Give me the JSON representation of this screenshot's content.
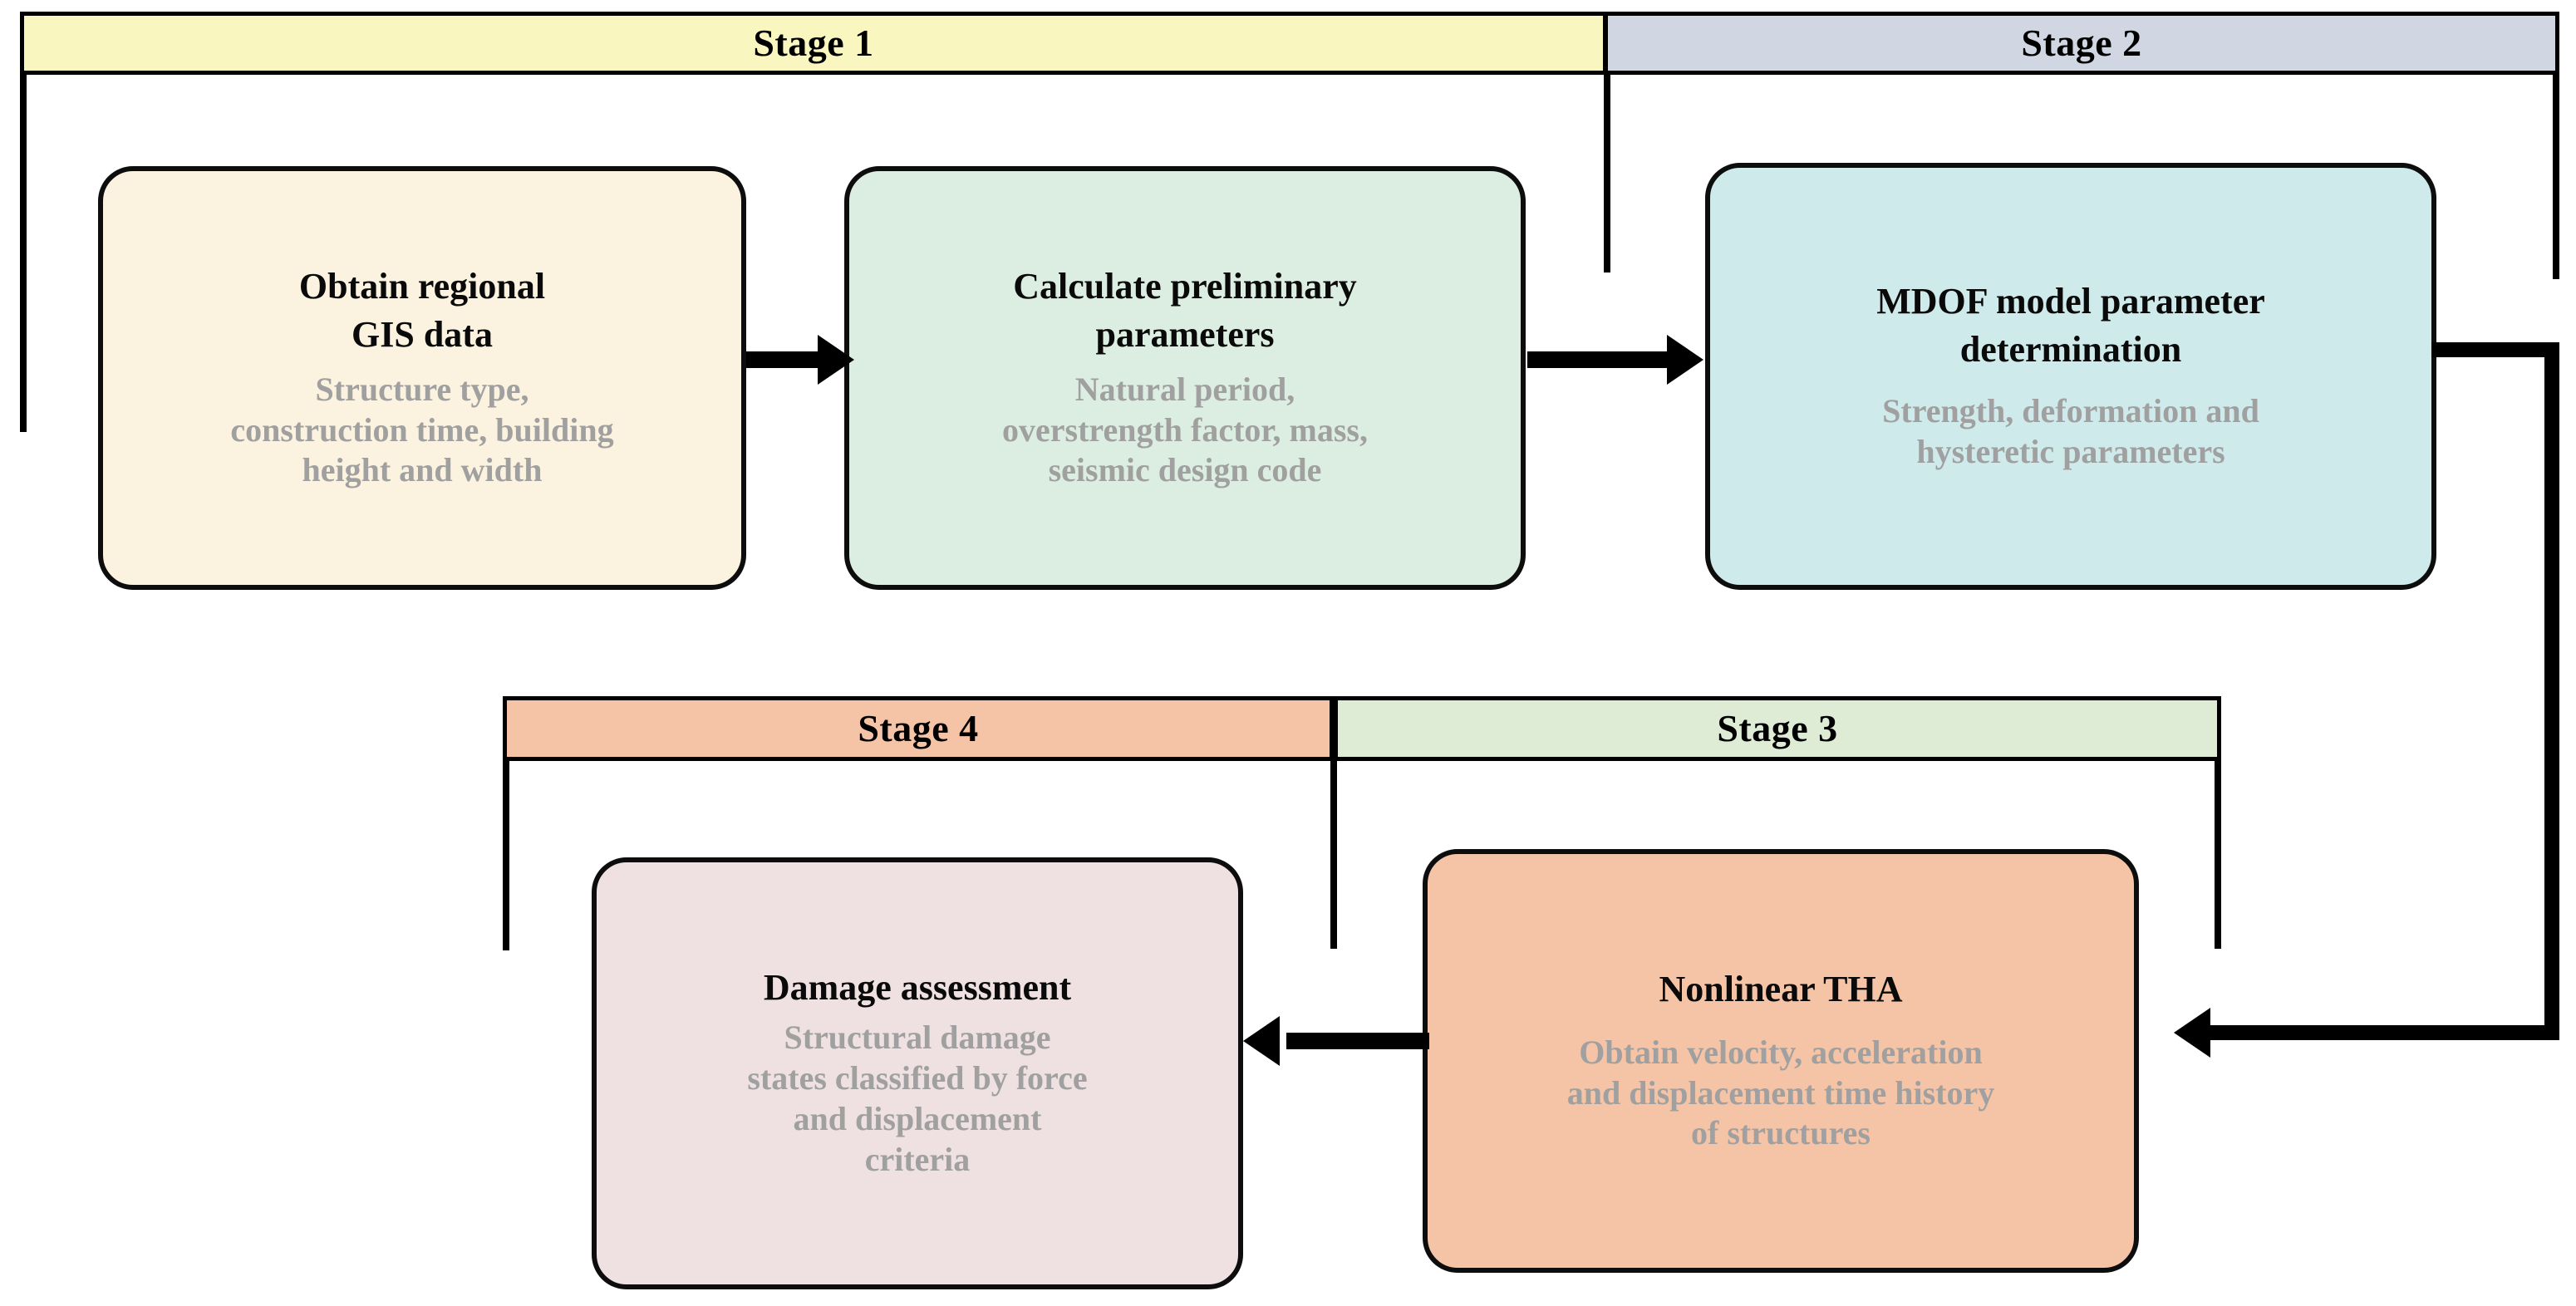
{
  "diagram": {
    "title": "Four-stage regional seismic damage assessment workflow",
    "colors": {
      "stage1_bar": "#FAF6C0",
      "stage2_bar": "#D0D6E2",
      "stage3_bar": "#DEEBD5",
      "stage4_bar": "#F5C3A5",
      "box_gis": "#FBF2DF",
      "box_params": "#DCEEE1",
      "box_mdof": "#CFEAEA",
      "box_tha": "#F5C3A5",
      "box_damage": "#EFE1E1",
      "outline": "#0D0D0D",
      "subtitle_text": "#A0A0A0",
      "title_text": "#0A0A0A"
    },
    "stages": [
      {
        "id": "stage-1",
        "label": "Stage 1"
      },
      {
        "id": "stage-2",
        "label": "Stage 2"
      },
      {
        "id": "stage-3",
        "label": "Stage 3"
      },
      {
        "id": "stage-4",
        "label": "Stage 4"
      }
    ],
    "nodes": [
      {
        "id": "obtain-regional-gis-data",
        "stage": "Stage 1",
        "title": "Obtain regional\nGIS data",
        "title_line1": "Obtain regional",
        "title_line2": "GIS data",
        "subtitle_line1": "Structure type,",
        "subtitle_line2": "construction time, building",
        "subtitle_line3": "height and width"
      },
      {
        "id": "calculate-preliminary-parameters",
        "stage": "Stage 1",
        "title_line1": "Calculate preliminary",
        "title_line2": "parameters",
        "subtitle_line1": "Natural period,",
        "subtitle_line2": "overstrength factor, mass,",
        "subtitle_line3": "seismic design code"
      },
      {
        "id": "mdof-model-parameter-determination",
        "stage": "Stage 2",
        "title_line1": "MDOF  model parameter",
        "title_line2": "determination",
        "subtitle_line1": "Strength, deformation and",
        "subtitle_line2": "hysteretic parameters"
      },
      {
        "id": "nonlinear-tha",
        "stage": "Stage 3",
        "title_line1": "Nonlinear THA",
        "subtitle_line1": "Obtain velocity, acceleration",
        "subtitle_line2": "and displacement time history",
        "subtitle_line3": "of structures"
      },
      {
        "id": "damage-assessment",
        "stage": "Stage 4",
        "title_line1": "Damage assessment",
        "subtitle_line1": "Structural damage",
        "subtitle_line2": "states classified by force",
        "subtitle_line3": "and displacement",
        "subtitle_line4": "criteria"
      }
    ],
    "edges": [
      {
        "id": "edge-gis-to-params",
        "from": "obtain-regional-gis-data",
        "to": "calculate-preliminary-parameters",
        "direction": "right"
      },
      {
        "id": "edge-params-to-mdof",
        "from": "calculate-preliminary-parameters",
        "to": "mdof-model-parameter-determination",
        "direction": "right"
      },
      {
        "id": "edge-mdof-to-tha",
        "from": "mdof-model-parameter-determination",
        "to": "nonlinear-tha",
        "direction": "down-then-left"
      },
      {
        "id": "edge-tha-to-damage",
        "from": "nonlinear-tha",
        "to": "damage-assessment",
        "direction": "left"
      }
    ]
  }
}
